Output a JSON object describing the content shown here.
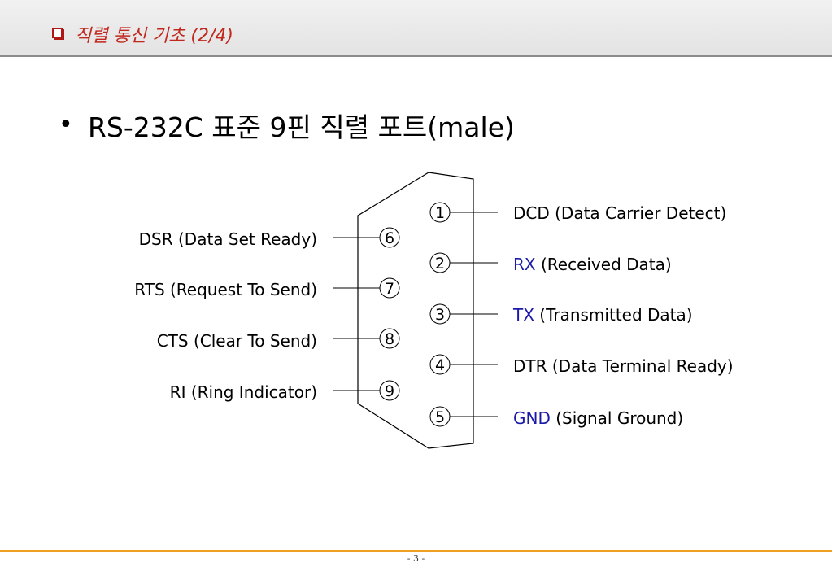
{
  "header": {
    "title": "직렬 통신 기초 (2/4)"
  },
  "main": {
    "bullet": "•",
    "title": "RS-232C 표준 9핀 직렬 포트(male)"
  },
  "right_pins": [
    {
      "number": "1",
      "abbr": "DCD",
      "desc": "(Data Carrier Detect)",
      "highlight": false
    },
    {
      "number": "2",
      "abbr": "RX",
      "desc": "(Received Data)",
      "highlight": true
    },
    {
      "number": "3",
      "abbr": "TX",
      "desc": "(Transmitted Data)",
      "highlight": true
    },
    {
      "number": "4",
      "abbr": "DTR",
      "desc": "(Data Terminal Ready)",
      "highlight": false
    },
    {
      "number": "5",
      "abbr": "GND",
      "desc": "(Signal Ground)",
      "highlight": true
    }
  ],
  "left_pins": [
    {
      "number": "6",
      "label": "DSR (Data Set Ready)"
    },
    {
      "number": "7",
      "label": "RTS (Request To Send)"
    },
    {
      "number": "8",
      "label": "CTS (Clear To Send)"
    },
    {
      "number": "9",
      "label": "RI (Ring Indicator)"
    }
  ],
  "colors": {
    "highlight": "#1a1aa8",
    "header_title": "#c0281e",
    "footer_line": "#f0a020"
  },
  "footer": {
    "page": "- 3 -"
  }
}
